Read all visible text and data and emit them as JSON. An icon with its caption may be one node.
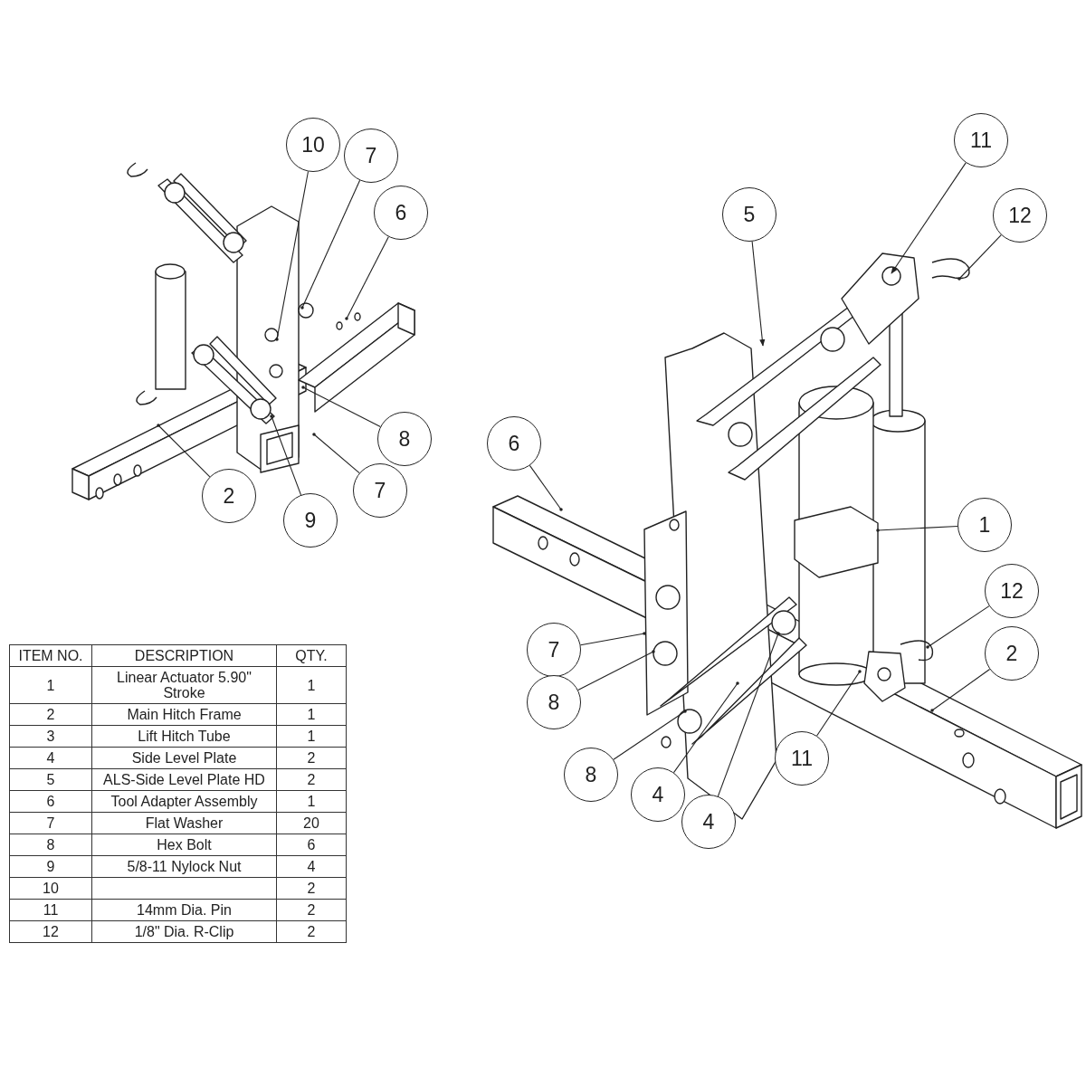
{
  "diagram": {
    "nodes": [
      {
        "text": [
          "11"
        ]
      },
      {
        "text": [
          "10"
        ]
      },
      {
        "text": [
          "7"
        ]
      },
      {
        "text": [
          "6"
        ]
      },
      {
        "text": [
          "5"
        ]
      },
      {
        "text": [
          "12"
        ]
      },
      {
        "text": [
          "8"
        ]
      },
      {
        "text": [
          "6"
        ]
      },
      {
        "text": [
          "7"
        ]
      },
      {
        "text": [
          "2"
        ]
      },
      {
        "text": [
          "9"
        ]
      },
      {
        "text": [
          "1"
        ]
      },
      {
        "text": [
          "12"
        ]
      },
      {
        "text": [
          "7"
        ]
      },
      {
        "text": [
          "2"
        ]
      },
      {
        "text": [
          "8"
        ]
      },
      {
        "text": [
          "11"
        ]
      },
      {
        "text": [
          "8"
        ]
      },
      {
        "text": [
          "4"
        ]
      },
      {
        "text": [
          "4"
        ]
      }
    ],
    "edges": [
      {
        "from": 0,
        "to": null,
        "arrow": "to"
      },
      {
        "from": 1,
        "to": null,
        "arrow": "other"
      },
      {
        "from": 2,
        "to": null,
        "arrow": "other"
      },
      {
        "from": 3,
        "to": null,
        "arrow": "other"
      },
      {
        "from": 4,
        "to": null,
        "arrow": "to"
      },
      {
        "from": 5,
        "to": null,
        "arrow": "other"
      },
      {
        "from": 6,
        "to": null,
        "arrow": "other"
      },
      {
        "from": 7,
        "to": null,
        "arrow": "other"
      },
      {
        "from": 8,
        "to": null,
        "arrow": "other"
      },
      {
        "from": 9,
        "to": null,
        "arrow": "other"
      },
      {
        "from": 10,
        "to": null,
        "arrow": "other"
      },
      {
        "from": 11,
        "to": null,
        "arrow": "other"
      },
      {
        "from": 12,
        "to": null,
        "arrow": "other"
      },
      {
        "from": 13,
        "to": null,
        "arrow": "other"
      },
      {
        "from": 14,
        "to": null,
        "arrow": "other"
      },
      {
        "from": 15,
        "to": null,
        "arrow": "other"
      },
      {
        "from": 16,
        "to": null,
        "arrow": "other"
      },
      {
        "from": 17,
        "to": null,
        "arrow": "other"
      },
      {
        "from": 18,
        "to": null,
        "arrow": "other"
      },
      {
        "from": 19,
        "to": null,
        "arrow": "other"
      }
    ],
    "labels": [
      "ITEM NO.",
      "DESCRIPTION",
      "QTY.",
      "1",
      "Linear Actuator 5.90\" Stroke",
      "1",
      "2",
      "Main Hitch Frame",
      "1",
      "3",
      "Lift Hitch Tube",
      "1",
      "4",
      "Side Level Plate",
      "2",
      "5",
      "ALS-Side Level Plate HD",
      "2",
      "6",
      "Tool Adapter Assembly",
      "1",
      "7",
      "Flat Washer",
      "20",
      "8",
      "Hex Bolt",
      "6",
      "9",
      "5/8-11 Nylock Nut",
      "4",
      "10",
      "2",
      "11",
      "14mm Dia. Pin",
      "2",
      "12",
      "1/8\" Dia. R-Clip",
      "2"
    ]
  }
}
